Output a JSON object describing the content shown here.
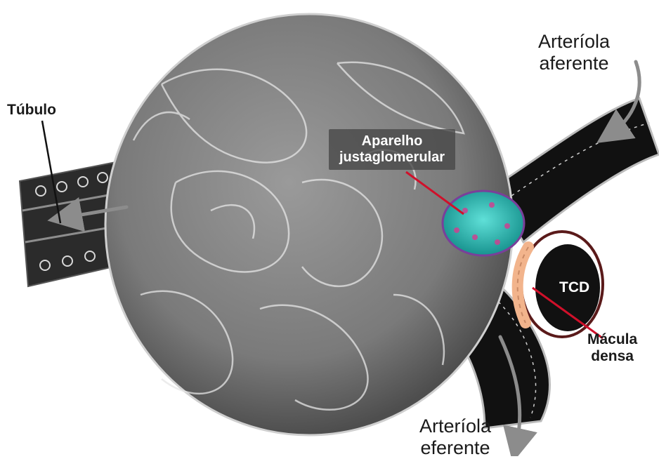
{
  "labels": {
    "tubulo": "Túbulo",
    "arteriola_aferente": [
      "Arteríola",
      "aferente"
    ],
    "aparelho_justaglomerular": [
      "Aparelho",
      "justaglomerular"
    ],
    "tcd": "TCD",
    "macula_densa": [
      "Mácula",
      "densa"
    ],
    "arteriola_eferente": [
      "Arteríola",
      "eferente"
    ]
  },
  "colors": {
    "glomerulus": "#8a8a8a",
    "arteriole_wall": "#111111",
    "tubule": "#2b2b2b",
    "juxtaglomerular": "#1fb6b0",
    "macula_densa": "#f2b48c",
    "pointer": "#d0102a",
    "arrow": "#8c8c8c"
  }
}
